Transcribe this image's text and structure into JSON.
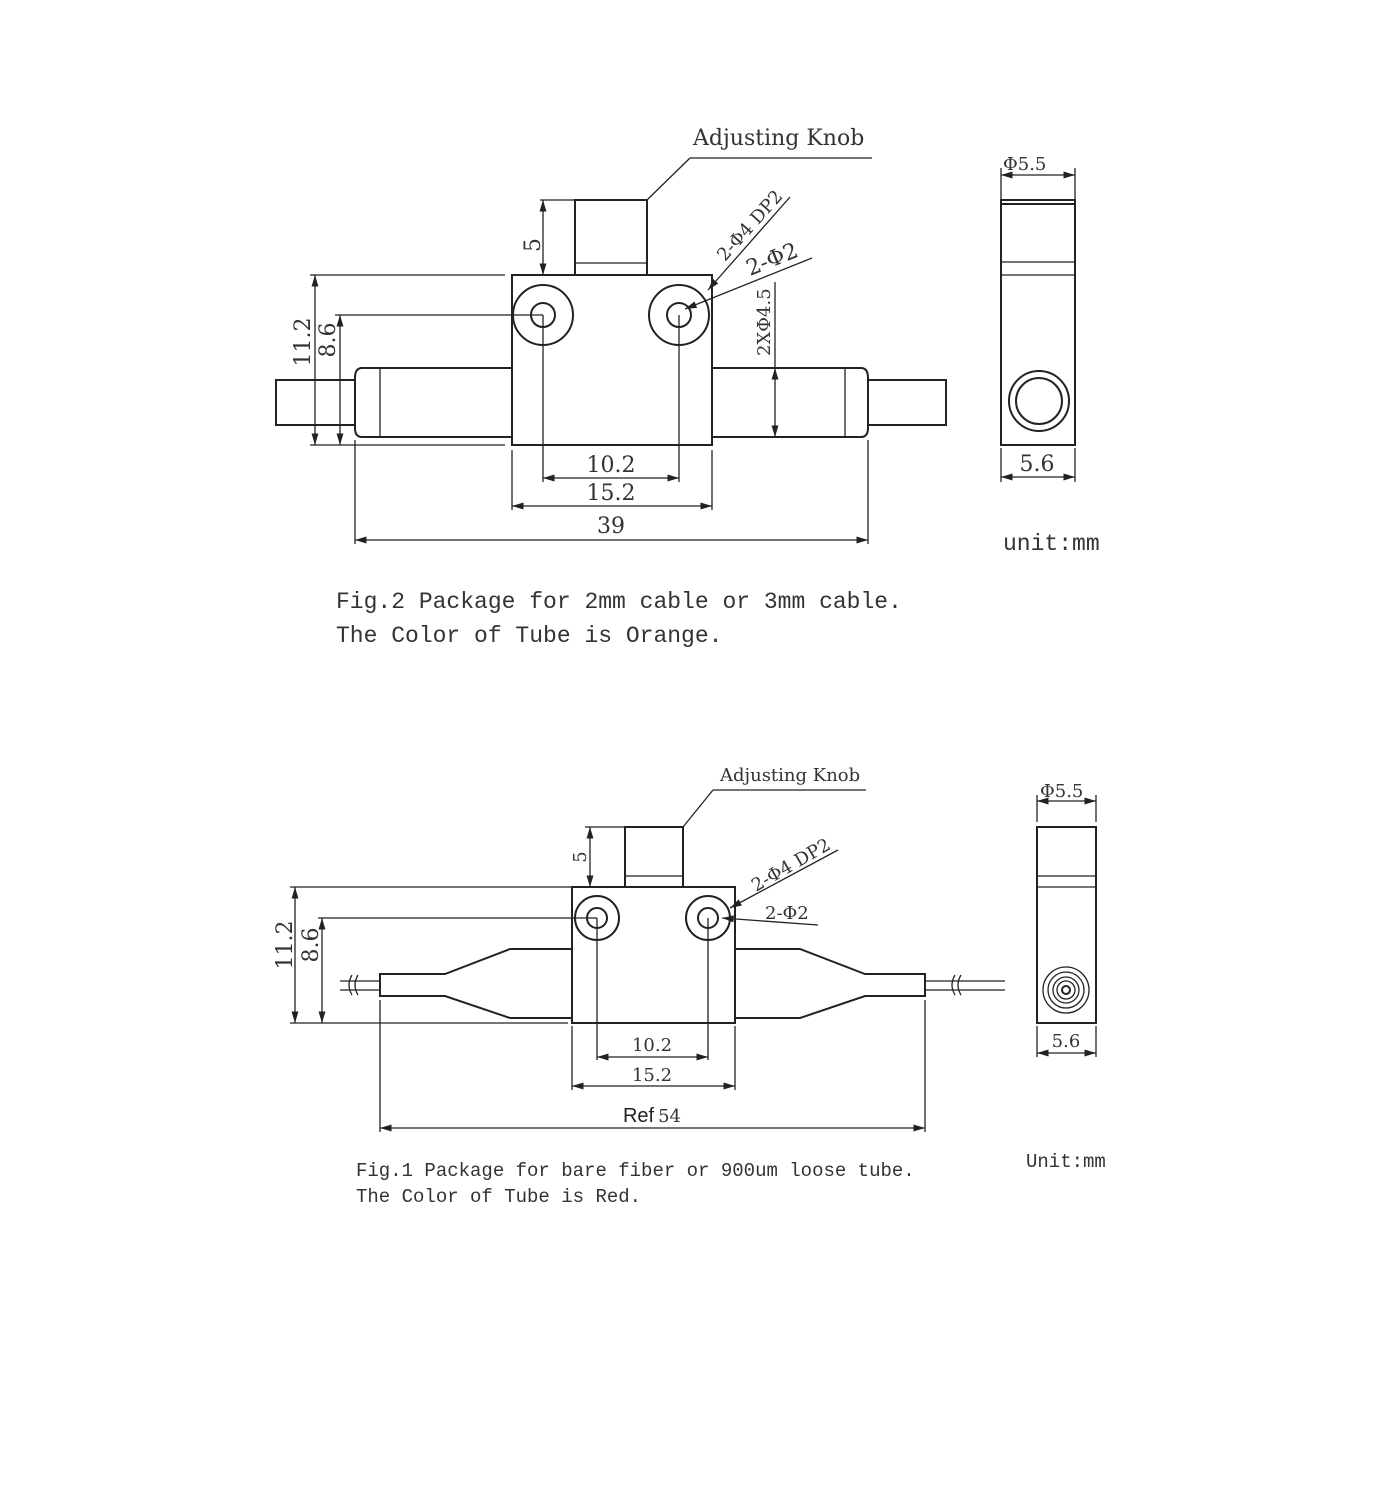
{
  "fig2": {
    "knob_label": "Adjusting Knob",
    "dim_knob": "5",
    "hole_label_1": "2-Φ4 DP2",
    "hole_label_2": "2-Φ2",
    "tube_dia": "2XΦ4.5",
    "dim_height": "11.2",
    "dim_center": "8.6",
    "dim_holes": "10.2",
    "dim_body": "15.2",
    "dim_total": "39",
    "side_dia": "Φ5.5",
    "side_width": "5.6",
    "unit": "unit:mm",
    "caption_line1": "Fig.2 Package for 2mm cable or 3mm cable.",
    "caption_line2": "The Color of Tube is Orange."
  },
  "fig1": {
    "knob_label": "Adjusting Knob",
    "dim_knob": "5",
    "hole_label_1": "2-Φ4 DP2",
    "hole_label_2": "2-Φ2",
    "dim_height": "11.2",
    "dim_center": "8.6",
    "dim_holes": "10.2",
    "dim_body": "15.2",
    "dim_total_prefix": "Ref",
    "dim_total": "54",
    "side_dia": "Φ5.5",
    "side_width": "5.6",
    "unit": "Unit:mm",
    "caption_line1": "Fig.1 Package for bare fiber or 900um loose tube.",
    "caption_line2": "The Color of Tube is Red."
  }
}
